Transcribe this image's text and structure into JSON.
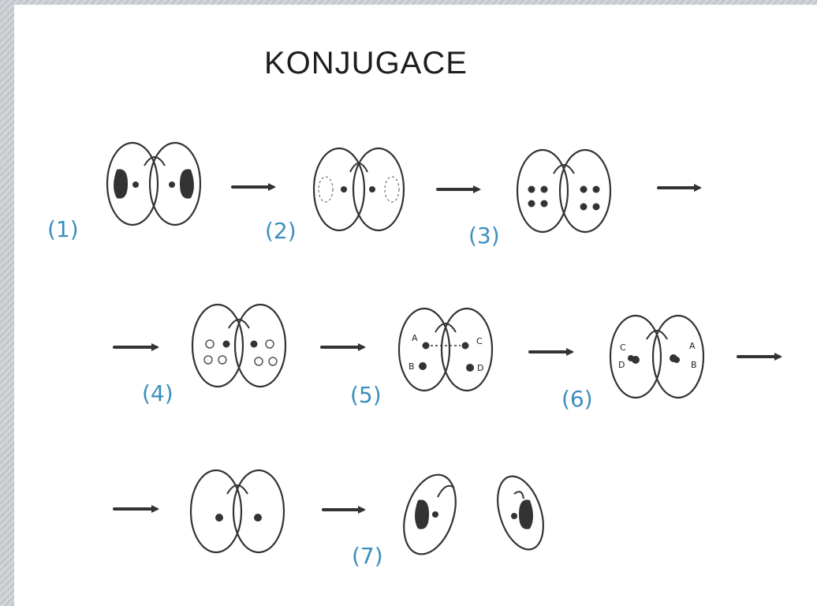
{
  "title": "KONJUGACE",
  "colors": {
    "label": "#3a8fbf",
    "ink": "#333333"
  },
  "stages": [
    {
      "label": "(1)"
    },
    {
      "label": "(2)"
    },
    {
      "label": "(3)"
    },
    {
      "label": "(4)"
    },
    {
      "label": "(5)",
      "nuclei": [
        "A",
        "B",
        "C",
        "D"
      ]
    },
    {
      "label": "(6)",
      "nuclei": [
        "C",
        "D",
        "A",
        "B"
      ]
    },
    {
      "label": ""
    },
    {
      "label": "(7)"
    }
  ]
}
